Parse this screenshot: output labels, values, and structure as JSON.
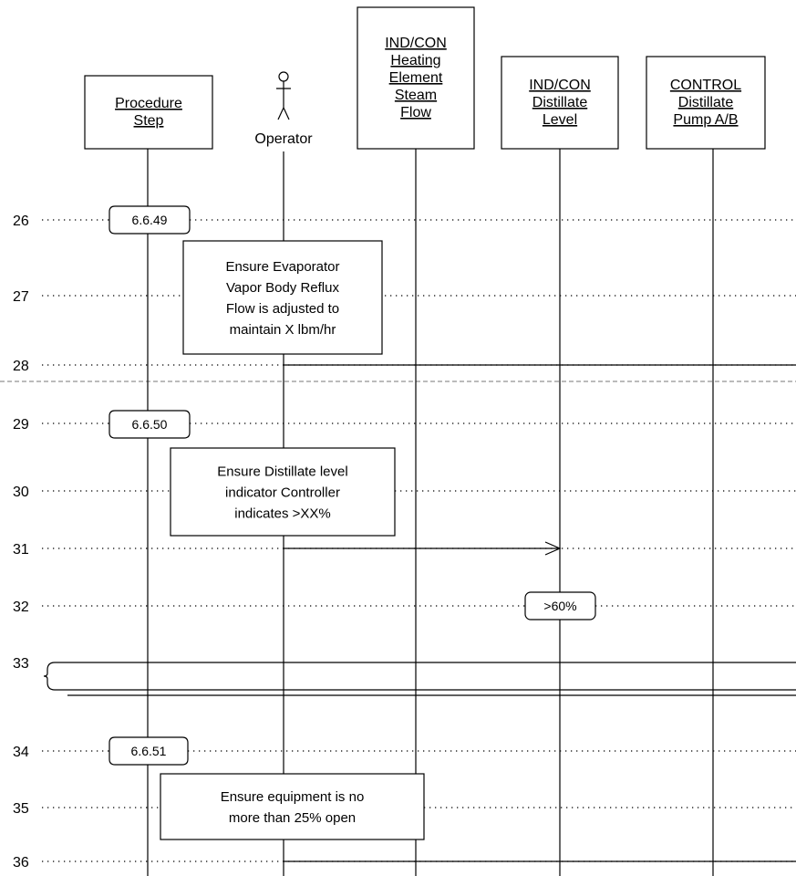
{
  "lifelines": [
    {
      "id": "procedure-step",
      "header": [
        "Procedure",
        "Step"
      ]
    },
    {
      "id": "operator",
      "label": "Operator",
      "actor": true
    },
    {
      "id": "heating-element",
      "header": [
        "IND/CON",
        "Heating",
        "Element",
        "Steam",
        "Flow"
      ]
    },
    {
      "id": "distillate-level",
      "header": [
        "IND/CON",
        "Distillate",
        "Level"
      ]
    },
    {
      "id": "distillate-pump",
      "header": [
        "CONTROL",
        "Distillate",
        "Pump A/B"
      ]
    }
  ],
  "rows": [
    "26",
    "27",
    "28",
    "29",
    "30",
    "31",
    "32",
    "33",
    "34",
    "35",
    "36"
  ],
  "steps": [
    {
      "row": "26",
      "label": "6.6.49"
    },
    {
      "row": "29",
      "label": "6.6.50"
    },
    {
      "row": "34",
      "label": "6.6.51"
    }
  ],
  "notes": [
    {
      "lines": [
        "Ensure Evaporator",
        "Vapor Body Reflux",
        "Flow is adjusted to",
        "maintain X lbm/hr"
      ]
    },
    {
      "lines": [
        "Ensure Distillate level",
        "indicator Controller",
        "indicates >XX%"
      ]
    },
    {
      "lines": [
        "Ensure equipment is no",
        "more than 25% open"
      ]
    }
  ],
  "states": [
    {
      "row": "32",
      "lifeline": "distillate-level",
      "label": ">60%"
    }
  ],
  "messages": [
    {
      "row": "28",
      "from": "operator",
      "to": "distillate-pump",
      "style": "solid",
      "arrow": false
    },
    {
      "row": "31",
      "from": "operator",
      "to": "distillate-level",
      "style": "solid",
      "arrow": true
    },
    {
      "row": "36",
      "from": "operator",
      "to": "distillate-pump",
      "style": "solid",
      "arrow": false
    }
  ]
}
